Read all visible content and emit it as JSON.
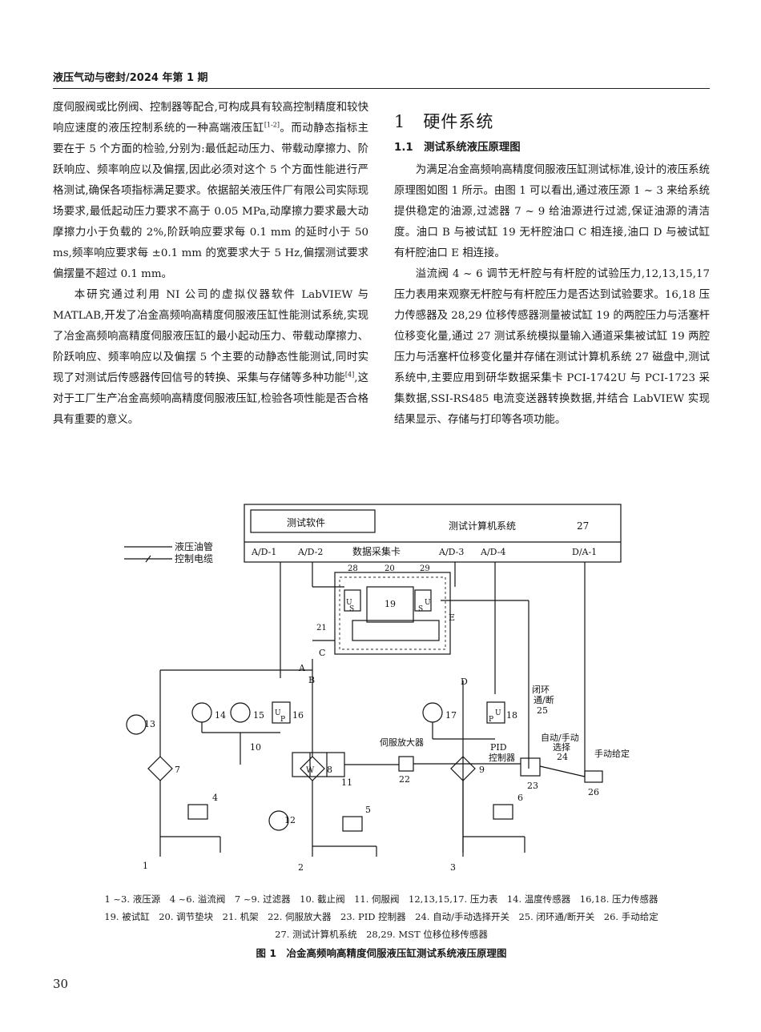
{
  "header": {
    "journal": "液压气动与密封/2024 年第 1 期"
  },
  "left_column": {
    "p1": "度伺服阀或比例阀、控制器等配合,可构成具有较高控制精度和较快响应速度的液压控制系统的一种高端液压缸",
    "p1_ref": "[1-2]",
    "p1b": "。而动静态指标主要在于 5 个方面的检验,分别为:最低起动压力、带载动摩擦力、阶跃响应、频率响应以及偏摆,因此必须对这个 5 个方面性能进行严格测试,确保各项指标满足要求。依据韶关液压件厂有限公司实际现场要求,最低起动压力要求不高于 0.05 MPa,动摩擦力要求最大动摩擦力小于负载的 2%,阶跃响应要求每 0.1 mm 的延时小于 50 ms,频率响应要求每 ±0.1 mm 的宽要求大于 5 Hz,偏摆测试要求偏摆量不超过 0.1 mm。",
    "p2": "本研究通过利用 NI 公司的虚拟仪器软件 LabVIEW 与 MATLAB,开发了冶金高频响高精度伺服液压缸性能测试系统,实现了冶金高频响高精度伺服液压缸的最小起动压力、带载动摩擦力、阶跃响应、频率响应以及偏摆 5 个主要的动静态性能测试,同时实现了对测试后传感器传回信号的转换、采集与存储等多种功能",
    "p2_ref": "[4]",
    "p2b": ",这对于工厂生产冶金高频响高精度伺服液压缸,检验各项性能是否合格具有重要的意义。"
  },
  "right_column": {
    "section": "1　硬件系统",
    "subsection": "1.1　测试系统液压原理图",
    "p1": "为满足冶金高频响高精度伺服液压缸测试标准,设计的液压系统原理图如图 1 所示。由图 1 可以看出,通过液压源 1 ~ 3 来给系统提供稳定的油源,过滤器 7 ~ 9 给油源进行过滤,保证油源的清洁度。油口 B 与被试缸 19 无杆腔油口 C 相连接,油口 D 与被试缸有杆腔油口 E 相连接。",
    "p2": "溢流阀 4 ~ 6 调节无杆腔与有杆腔的试验压力,12,13,15,17 压力表用来观察无杆腔与有杆腔压力是否达到试验要求。16,18 压力传感器及 28,29 位移传感器测量被试缸 19 的两腔压力与活塞杆位移变化量,通过 27 测试系统模拟量输入通道采集被试缸 19 两腔压力与活塞杆位移变化量并存储在测试计算机系统 27 磁盘中,测试系统中,主要应用到研华数据采集卡 PCI-1742U 与 PCI-1723 采集数据,SSI-RS485 电流变送器转换数据,并结合 LabVIEW 实现结果显示、存储与打印等各项功能。"
  },
  "figure": {
    "software": "测试软件",
    "computer": "测试计算机系统",
    "num_27": "27",
    "legend_oil": "液压油管",
    "legend_cable": "控制电缆",
    "ad1": "A/D-1",
    "ad2": "A/D-2",
    "daq": "数据采集卡",
    "ad3": "A/D-3",
    "ad4": "A/D-4",
    "da1": "D/A-1",
    "n28": "28",
    "n20": "20",
    "n29": "29",
    "n19": "19",
    "n21": "21",
    "U": "U",
    "S": "S",
    "P": "P",
    "W": "W",
    "portA": "A",
    "portB": "B",
    "portC": "C",
    "portD": "D",
    "portE": "E",
    "n1": "1",
    "n2": "2",
    "n3": "3",
    "n4": "4",
    "n5": "5",
    "n6": "6",
    "n7": "7",
    "n8": "8",
    "n9": "9",
    "n10": "10",
    "n11": "11",
    "n12": "12",
    "n13": "13",
    "n14": "14",
    "n15": "15",
    "n16": "16",
    "n17": "17",
    "n18": "18",
    "servo_amp": "伺服放大器",
    "n22": "22",
    "pid1": "PID",
    "pid2": "控制器",
    "n23": "23",
    "closed_loop1": "闭环",
    "closed_loop2": "通/断",
    "n25": "25",
    "auto_manual1": "自动/手动",
    "auto_manual2": "选择",
    "n24": "24",
    "manual_set": "手动给定",
    "n26": "26"
  },
  "caption": {
    "line1": "1 ~3. 液压源　4 ~6. 溢流阀　7 ~9. 过滤器　10. 截止阀　11. 伺服阀　12,13,15,17. 压力表　14. 温度传感器　16,18. 压力传感器",
    "line2": "19. 被试缸　20. 调节垫块　21. 机架　22. 伺服放大器　23. PID 控制器　24. 自动/手动选择开关　25. 闭环通/断开关　26. 手动给定",
    "line3": "27. 测试计算机系统　28,29. MST 位移位移传感器",
    "title": "图 1　冶金高频响高精度伺服液压缸测试系统液压原理图"
  },
  "page_number": "30"
}
